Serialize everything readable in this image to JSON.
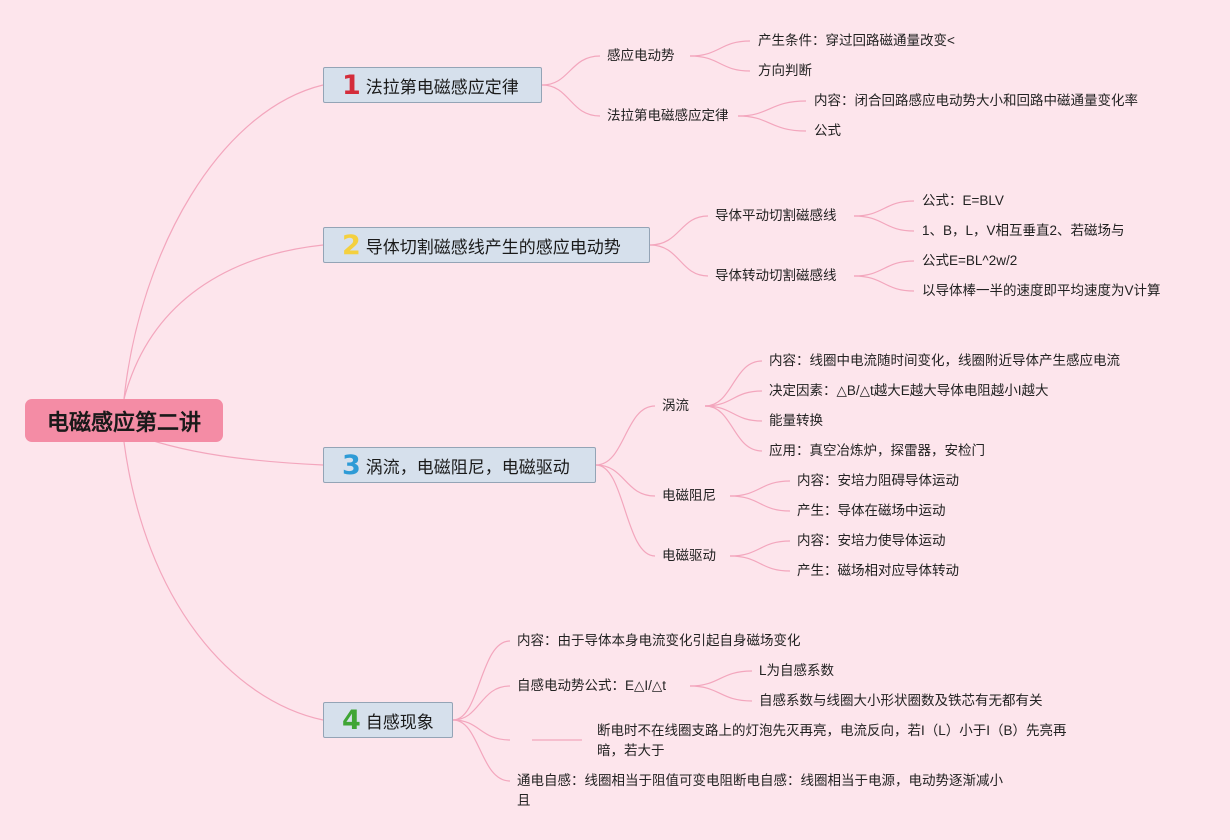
{
  "root": {
    "label": "电磁感应第二讲"
  },
  "topics": [
    {
      "number": "1",
      "label": "法拉第电磁感应定律",
      "children": [
        {
          "label": "感应电动势",
          "children": [
            "产生条件：穿过回路磁通量改变<",
            "方向判断"
          ]
        },
        {
          "label": "法拉第电磁感应定律",
          "children": [
            "内容：闭合回路感应电动势大小和回路中磁通量变化率",
            "公式"
          ]
        }
      ]
    },
    {
      "number": "2",
      "label": "导体切割磁感线产生的感应电动势",
      "children": [
        {
          "label": "导体平动切割磁感线",
          "children": [
            "公式：E=BLV",
            "1、B，L，V相互垂直2、若磁场与"
          ]
        },
        {
          "label": "导体转动切割磁感线",
          "children": [
            "公式E=BL^2w/2",
            "以导体棒一半的速度即平均速度为V计算"
          ]
        }
      ]
    },
    {
      "number": "3",
      "label": "涡流，电磁阻尼，电磁驱动",
      "children": [
        {
          "label": "涡流",
          "children": [
            "内容：线圈中电流随时间变化，线圈附近导体产生感应电流",
            "决定因素：△B/△t越大E越大导体电阻越小I越大",
            "能量转换",
            "应用：真空冶炼炉，探雷器，安检门"
          ]
        },
        {
          "label": "电磁阻尼",
          "children": [
            "内容：安培力阻碍导体运动",
            "产生：导体在磁场中运动"
          ]
        },
        {
          "label": "电磁驱动",
          "children": [
            "内容：安培力使导体运动",
            "产生：磁场相对应导体转动"
          ]
        }
      ]
    },
    {
      "number": "4",
      "label": "自感现象",
      "children": [
        {
          "label": "内容：由于导体本身电流变化引起自身磁场变化",
          "children": []
        },
        {
          "label": "自感电动势公式：E△I/△t",
          "children": [
            "L为自感系数",
            "自感系数与线圈大小形状圈数及铁芯有无都有关"
          ]
        },
        {
          "label": "",
          "children": [
            "断电时不在线圈支路上的灯泡先灭再亮，电流反向，若I（L）小于I（B）先亮再暗，若大于"
          ]
        },
        {
          "label": "通电自感：线圈相当于阻值可变电阻断电自感：线圈相当于电源，电动势逐渐减小且",
          "children": []
        }
      ]
    }
  ]
}
